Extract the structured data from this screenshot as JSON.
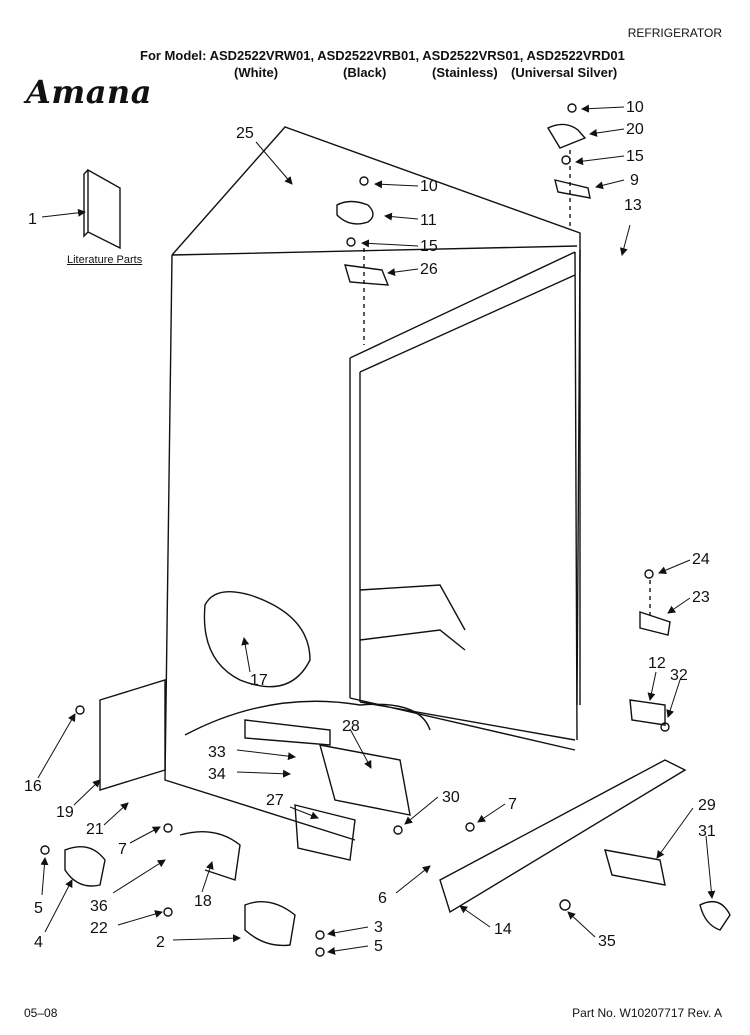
{
  "header": {
    "category": "REFRIGERATOR",
    "model_line": "For Model: ASD2522VRW01, ASD2522VRB01, ASD2522VRS01, ASD2522VRD01",
    "variants": [
      "(White)",
      "(Black)",
      "(Stainless)",
      "(Universal Silver)"
    ]
  },
  "brand": "Amana",
  "literature_label": "Literature Parts",
  "callouts": [
    "1",
    "2",
    "3",
    "4",
    "5",
    "5",
    "6",
    "7",
    "7",
    "9",
    "10",
    "10",
    "11",
    "12",
    "13",
    "14",
    "15",
    "15",
    "16",
    "17",
    "18",
    "19",
    "20",
    "21",
    "22",
    "23",
    "24",
    "25",
    "26",
    "27",
    "28",
    "29",
    "30",
    "31",
    "32",
    "33",
    "34",
    "35",
    "36"
  ],
  "footer": {
    "date": "05–08",
    "part_no": "Part No. W10207717 Rev. A"
  }
}
